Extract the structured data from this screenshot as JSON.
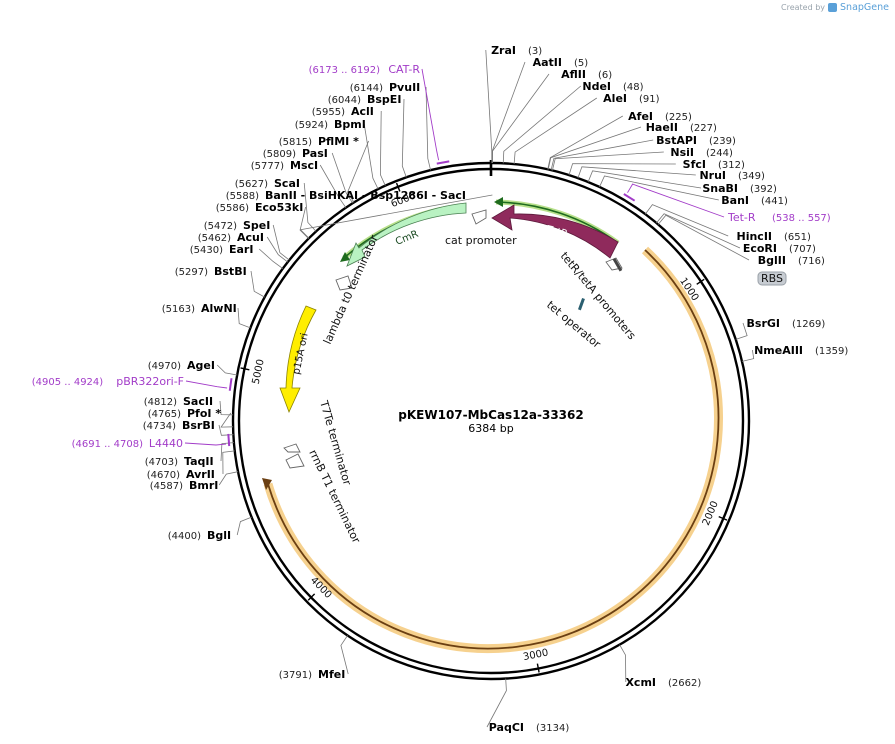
{
  "credit": {
    "prefix": "Created by",
    "brand": "SnapGene",
    "icon": "snapgene-logo-icon"
  },
  "plasmid": {
    "name": "pKEW107-MbCas12a-33362",
    "length_label": "6384 bp",
    "length": 6384
  },
  "ticks": [
    {
      "pos": 1000,
      "label": "1000"
    },
    {
      "pos": 2000,
      "label": "2000"
    },
    {
      "pos": 3000,
      "label": "3000"
    },
    {
      "pos": 4000,
      "label": "4000"
    },
    {
      "pos": 5000,
      "label": "5000"
    },
    {
      "pos": 6000,
      "label": "6000"
    }
  ],
  "enzymes": [
    {
      "name": "ZraI",
      "pos_label": "(3)",
      "pos": 3
    },
    {
      "name": "AatII",
      "pos_label": "(5)",
      "pos": 5
    },
    {
      "name": "AflII",
      "pos_label": "(6)",
      "pos": 6
    },
    {
      "name": "NdeI",
      "pos_label": "(48)",
      "pos": 48
    },
    {
      "name": "AleI",
      "pos_label": "(91)",
      "pos": 91
    },
    {
      "name": "AfeI",
      "pos_label": "(225)",
      "pos": 225
    },
    {
      "name": "HaeII",
      "pos_label": "(227)",
      "pos": 227
    },
    {
      "name": "BstAPI",
      "pos_label": "(239)",
      "pos": 239
    },
    {
      "name": "NsiI",
      "pos_label": "(244)",
      "pos": 244
    },
    {
      "name": "SfcI",
      "pos_label": "(312)",
      "pos": 312
    },
    {
      "name": "NruI",
      "pos_label": "(349)",
      "pos": 349
    },
    {
      "name": "SnaBI",
      "pos_label": "(392)",
      "pos": 392
    },
    {
      "name": "BanI",
      "pos_label": "(441)",
      "pos": 441
    },
    {
      "name": "HincII",
      "pos_label": "(651)",
      "pos": 651
    },
    {
      "name": "EcoRI",
      "pos_label": "(707)",
      "pos": 707
    },
    {
      "name": "BglII",
      "pos_label": "(716)",
      "pos": 716
    },
    {
      "name": "BsrGI",
      "pos_label": "(1269)",
      "pos": 1269
    },
    {
      "name": "NmeAIII",
      "pos_label": "(1359)",
      "pos": 1359
    },
    {
      "name": "XcmI",
      "pos_label": "(2662)",
      "pos": 2662
    },
    {
      "name": "PaqCI",
      "pos_label": "(3134)",
      "pos": 3134
    },
    {
      "name": "MfeI",
      "pos_label": "(3791)",
      "pos": 3791
    },
    {
      "name": "BglI",
      "pos_label": "(4400)",
      "pos": 4400
    },
    {
      "name": "BmrI",
      "pos_label": "(4587)",
      "pos": 4587
    },
    {
      "name": "AvrII",
      "pos_label": "(4670)",
      "pos": 4670
    },
    {
      "name": "TaqII",
      "pos_label": "(4703)",
      "pos": 4703
    },
    {
      "name": "BsrBI",
      "pos_label": "(4734)",
      "pos": 4734
    },
    {
      "name": "PfoI *",
      "pos_label": "(4765)",
      "pos": 4765
    },
    {
      "name": "SacII",
      "pos_label": "(4812)",
      "pos": 4812
    },
    {
      "name": "AgeI",
      "pos_label": "(4970)",
      "pos": 4970
    },
    {
      "name": "AlwNI",
      "pos_label": "(5163)",
      "pos": 5163
    },
    {
      "name": "BstBI",
      "pos_label": "(5297)",
      "pos": 5297
    },
    {
      "name": "EarI",
      "pos_label": "(5430)",
      "pos": 5430
    },
    {
      "name": "AcuI",
      "pos_label": "(5462)",
      "pos": 5462
    },
    {
      "name": "SpeI",
      "pos_label": "(5472)",
      "pos": 5472
    },
    {
      "name": "Eco53kI",
      "pos_label": "(5586)",
      "pos": 5586
    },
    {
      "name": "BanII - BsiHKAI - Bsp1286I - SacI",
      "pos_label": "(5588)",
      "pos": 5588
    },
    {
      "name": "ScaI",
      "pos_label": "(5627)",
      "pos": 5627
    },
    {
      "name": "MscI",
      "pos_label": "(5777)",
      "pos": 5777
    },
    {
      "name": "PasI",
      "pos_label": "(5809)",
      "pos": 5809
    },
    {
      "name": "PflMI *",
      "pos_label": "(5815)",
      "pos": 5815
    },
    {
      "name": "BpmI",
      "pos_label": "(5924)",
      "pos": 5924
    },
    {
      "name": "AclI",
      "pos_label": "(5955)",
      "pos": 5955
    },
    {
      "name": "BspEI",
      "pos_label": "(6044)",
      "pos": 6044
    },
    {
      "name": "PvuII",
      "pos_label": "(6144)",
      "pos": 6144
    }
  ],
  "primers": [
    {
      "name": "CAT-R",
      "range_label": "(6173 .. 6192)",
      "start": 6173,
      "end": 6192
    },
    {
      "name": "Tet-R",
      "range_label": "(538 .. 557)",
      "start": 538,
      "end": 557
    },
    {
      "name": "pBR322ori-F",
      "range_label": "(4905 .. 4924)",
      "start": 4905,
      "end": 4924
    },
    {
      "name": "L4440",
      "range_label": "(4691 .. 4708)",
      "start": 4691,
      "end": 4708
    }
  ],
  "features": [
    {
      "name": "TetR",
      "type": "cds",
      "color": "#8f2a5c"
    },
    {
      "name": "CmR",
      "type": "cds",
      "color": "#b9f2c2"
    },
    {
      "name": "p15A ori",
      "type": "origin",
      "color": "#ffee00"
    },
    {
      "name": "cat promoter",
      "type": "promoter"
    },
    {
      "name": "tetR/tetA promoters",
      "type": "promoter"
    },
    {
      "name": "tet operator",
      "type": "protein_bind",
      "color": "#2b5f70"
    },
    {
      "name": "lambda t0 terminator",
      "type": "terminator"
    },
    {
      "name": "T7Te terminator",
      "type": "terminator"
    },
    {
      "name": "rrnB T1 terminator",
      "type": "terminator"
    },
    {
      "name": "RBS",
      "type": "rbs",
      "color": "#c7ccd2"
    }
  ],
  "colors": {
    "backbone": "#000000",
    "insert_band": "#f5c97a",
    "insert_line": "#6b3f12",
    "promoter_green": "#1e6b1e",
    "primer": "#a23cc8"
  }
}
